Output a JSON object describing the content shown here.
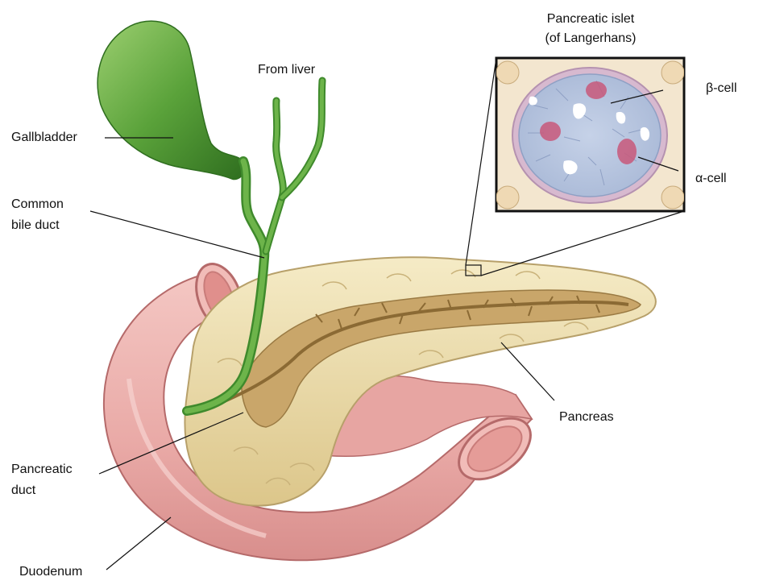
{
  "labels": {
    "gallbladder": "Gallbladder",
    "from_liver": "From liver",
    "common_bile_duct_line1": "Common",
    "common_bile_duct_line2": "bile duct",
    "pancreatic_islet_line1": "Pancreatic islet",
    "pancreatic_islet_line2": "(of Langerhans)",
    "beta_cell": "β-cell",
    "alpha_cell": "α-cell",
    "pancreas": "Pancreas",
    "pancreatic_duct_line1": "Pancreatic",
    "pancreatic_duct_line2": "duct",
    "duodenum": "Duodenum"
  },
  "colors": {
    "gallbladder": "#5aa23a",
    "duodenum": "#e9a9a6",
    "pancreas": "#ecdca6",
    "islet_cells": "#b8c8e0",
    "alpha_cells": "#c8587a"
  }
}
